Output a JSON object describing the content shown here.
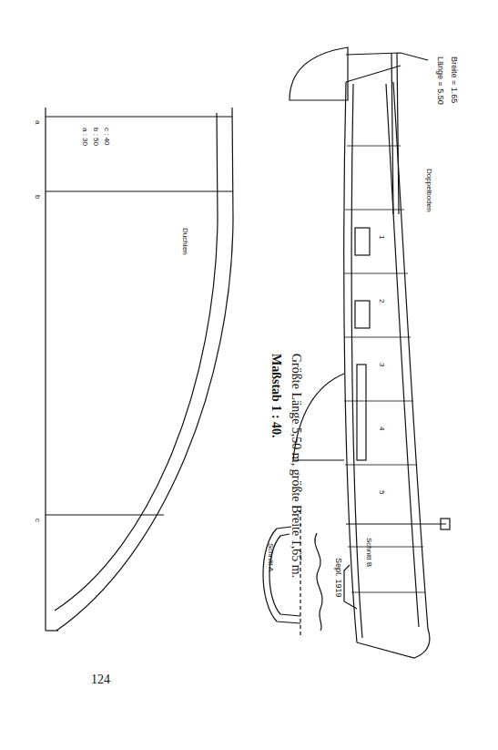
{
  "diagram": {
    "caption": "Größte Länge 5,50 m, größte Breite 1,65 m.",
    "labels": [
      "Länge = 5.50",
      "Breite = 1.65",
      "Doppelboden",
      "1",
      "2",
      "3",
      "4",
      "5",
      "Schnitt A",
      "Schnitt B",
      "a : 30",
      "b : 50",
      "c : 40",
      "Duchten",
      "Sept. 1919",
      "a",
      "b",
      "c",
      "Maßstab 1 : 40.",
      "124"
    ]
  }
}
